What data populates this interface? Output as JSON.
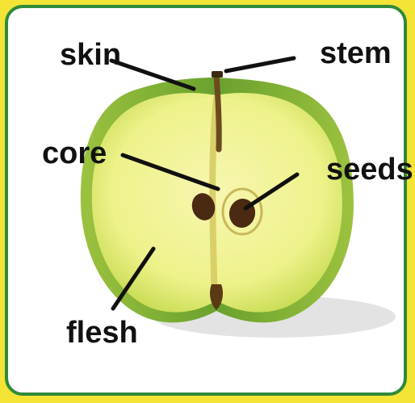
{
  "labels": {
    "skin": "skin",
    "stem": "stem",
    "core": "core",
    "seeds": "seeds",
    "flesh": "flesh"
  },
  "colors": {
    "background": "#f3e436",
    "border": "#2f8a3a",
    "panel": "#ffffff",
    "skin": "#7fb33a",
    "flesh": "#eef28a",
    "seed": "#4a2a12",
    "stem": "#6b4a1e",
    "line": "#111111"
  }
}
